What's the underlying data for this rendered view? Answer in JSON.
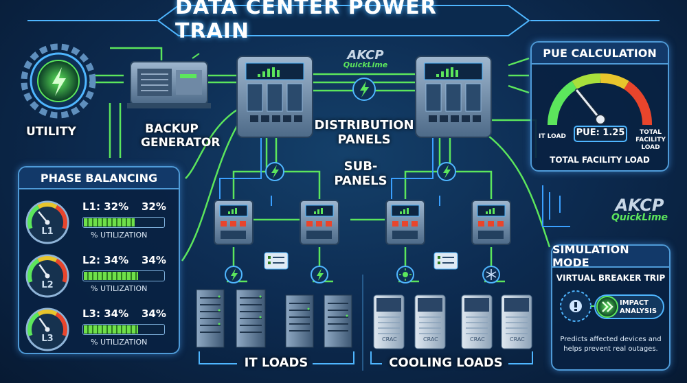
{
  "title": "DATA CENTER POWER TRAIN",
  "labels": {
    "utility": "UTILITY",
    "backup_line1": "BACKUP",
    "backup_line2": "GENERATOR",
    "distribution_line1": "DISTRIBUTION",
    "distribution_line2": "PANELS",
    "sub_line1": "SUB-",
    "sub_line2": "PANELS",
    "it_loads": "IT LOADS",
    "cooling_loads": "COOLING LOADS",
    "crac": "CRAC"
  },
  "logos": {
    "brand": "AKCP",
    "product": "QuickLime"
  },
  "phase_balancing": {
    "title": "PHASE BALANCING",
    "utilization_label": "% UTILIZATION",
    "phases": [
      {
        "name": "L1",
        "label": "L1: 32%",
        "value_text": "32%",
        "utilization": 0.32
      },
      {
        "name": "L2",
        "label": "L2: 34%",
        "value_text": "34%",
        "utilization": 0.34
      },
      {
        "name": "L3",
        "label": "L3: 34%",
        "value_text": "34%",
        "utilization": 0.34
      }
    ]
  },
  "pue": {
    "title": "PUE CALCULATION",
    "value_label": "PUE: 1.25",
    "it_load_label": "IT LOAD",
    "total_label_line1": "TOTAL",
    "total_label_line2": "FACILITY",
    "total_label_line3": "LOAD",
    "bottom_label": "TOTAL FACILITY LOAD"
  },
  "simulation": {
    "title": "SIMULATION MODE",
    "subtitle": "VIRTUAL BREAKER TRIP",
    "impact_line1": "IMPACT",
    "impact_line2": "ANALYSIS",
    "note_line1": "Predicts affected devices and",
    "note_line2": "helps prevent real outages."
  },
  "colors": {
    "accent_green": "#5ce65c",
    "accent_blue": "#4fb6ff",
    "gauge_red": "#e8452c",
    "gauge_yellow": "#e8c52c",
    "background": "#0d2c52"
  }
}
